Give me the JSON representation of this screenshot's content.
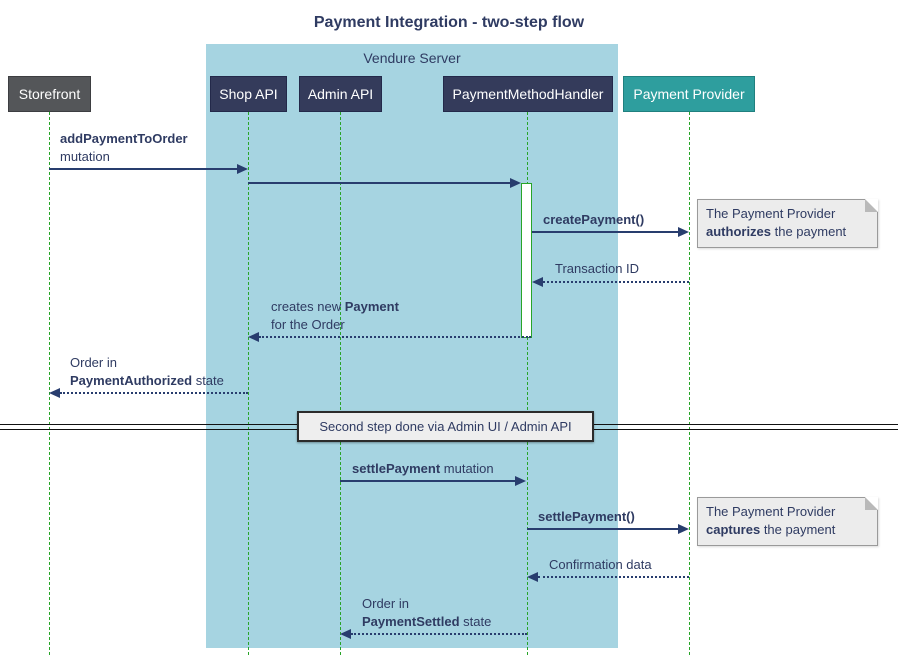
{
  "title": "Payment Integration - two-step flow",
  "container": {
    "label": "Vendure Server"
  },
  "participants": {
    "storefront": "Storefront",
    "shop_api": "Shop API",
    "admin_api": "Admin API",
    "payment_method_handler": "PaymentMethodHandler",
    "payment_provider": "Payment Provider"
  },
  "messages": {
    "add_payment": {
      "bold": "addPaymentToOrder",
      "line2": "mutation"
    },
    "create_payment": {
      "bold": "createPayment()"
    },
    "transaction_id": {
      "text": "Transaction ID"
    },
    "creates_payment": {
      "pre": "creates new ",
      "bold": "Payment",
      "line2": "for the Order"
    },
    "order_authorized": {
      "line1": "Order in",
      "bold": "PaymentAuthorized",
      "rest": " state"
    },
    "settle_mutation": {
      "bold": "settlePayment",
      "rest": " mutation"
    },
    "settle_call": {
      "bold": "settlePayment()"
    },
    "confirmation": {
      "text": "Confirmation data"
    },
    "order_settled": {
      "line1": "Order in",
      "bold": "PaymentSettled",
      "rest": " state"
    }
  },
  "divider": {
    "label": "Second step done via Admin UI / Admin API"
  },
  "notes": {
    "authorize": {
      "line1": "The Payment Provider",
      "bold": "authorizes",
      "rest": " the payment"
    },
    "capture": {
      "line1": "The Payment Provider",
      "bold": "captures",
      "rest": " the payment"
    }
  },
  "colors": {
    "navy_box": "#343B5B",
    "gray_box": "#545659",
    "teal_box": "#2E9E9E",
    "container_bg": "#A6D4E1",
    "lifeline_green": "#28A428",
    "arrow_navy": "#283D6E",
    "text_navy": "#2F3B62",
    "note_bg": "#ECECEC",
    "note_border": "#9A9A9A",
    "divider_bg": "#EEEEEE",
    "divider_border": "#2B2B2B"
  }
}
